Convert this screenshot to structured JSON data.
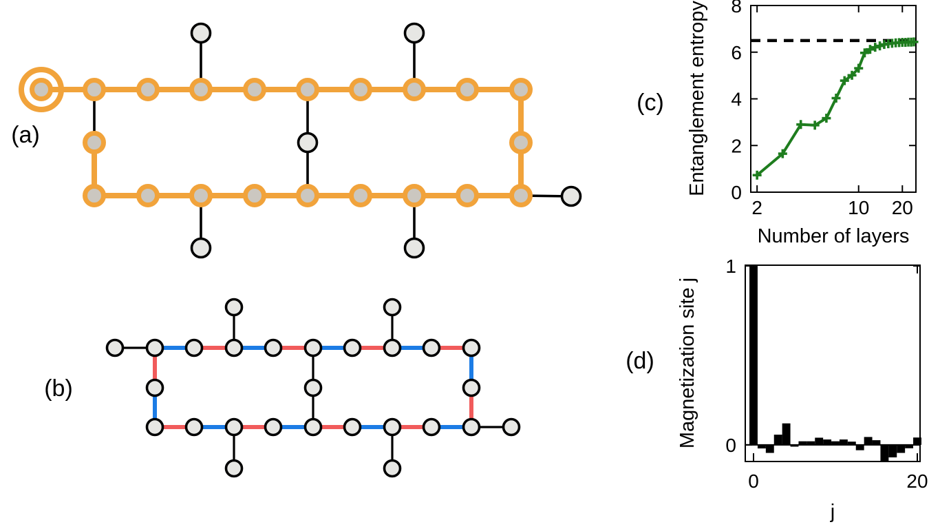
{
  "panels": {
    "a": {
      "label": "(a)"
    },
    "b": {
      "label": "(b)"
    },
    "c": {
      "label": "(c)"
    },
    "d": {
      "label": "(d)"
    }
  },
  "colors": {
    "orange_path": "#F1A33B",
    "blue_edge": "#1C7CE5",
    "red_edge": "#F15B5B",
    "black_edge": "#000000",
    "node_fill_orange_core": "#CBC7C0",
    "node_fill_plain": "#E7E7E4",
    "curve_green": "#1E7D1E",
    "bar_black": "#000000"
  },
  "graph_a": {
    "description": "qubit ladder with orange traversal path, start site marked by double ring",
    "nodes": [
      [
        60,
        130,
        "start"
      ],
      [
        137,
        130,
        "path"
      ],
      [
        215,
        130,
        "path"
      ],
      [
        292,
        130,
        "path"
      ],
      [
        370,
        130,
        "path"
      ],
      [
        447,
        130,
        "path"
      ],
      [
        524,
        130,
        "path"
      ],
      [
        602,
        130,
        "path"
      ],
      [
        679,
        130,
        "path"
      ],
      [
        757,
        130,
        "path"
      ],
      [
        137,
        284,
        "path"
      ],
      [
        215,
        284,
        "path"
      ],
      [
        292,
        284,
        "path"
      ],
      [
        370,
        284,
        "path"
      ],
      [
        447,
        284,
        "path"
      ],
      [
        524,
        284,
        "path"
      ],
      [
        602,
        284,
        "path"
      ],
      [
        679,
        284,
        "path"
      ],
      [
        757,
        284,
        "path"
      ],
      [
        137,
        207,
        "path"
      ],
      [
        757,
        207,
        "path"
      ],
      [
        447,
        207,
        "plain"
      ],
      [
        292,
        48,
        "plain"
      ],
      [
        602,
        48,
        "plain"
      ],
      [
        292,
        360,
        "plain"
      ],
      [
        602,
        360,
        "plain"
      ],
      [
        830,
        285,
        "plain"
      ]
    ],
    "edges": [
      [
        137,
        130,
        137,
        207,
        "black"
      ],
      [
        447,
        130,
        447,
        207,
        "black"
      ],
      [
        447,
        207,
        447,
        284,
        "black"
      ],
      [
        292,
        48,
        292,
        130,
        "black"
      ],
      [
        602,
        48,
        602,
        130,
        "black"
      ],
      [
        292,
        284,
        292,
        360,
        "black"
      ],
      [
        602,
        284,
        602,
        360,
        "black"
      ],
      [
        757,
        284,
        830,
        285,
        "black"
      ],
      [
        60,
        130,
        137,
        130,
        "path"
      ],
      [
        137,
        130,
        215,
        130,
        "path"
      ],
      [
        215,
        130,
        292,
        130,
        "path"
      ],
      [
        292,
        130,
        370,
        130,
        "path"
      ],
      [
        370,
        130,
        447,
        130,
        "path"
      ],
      [
        447,
        130,
        524,
        130,
        "path"
      ],
      [
        524,
        130,
        602,
        130,
        "path"
      ],
      [
        602,
        130,
        679,
        130,
        "path"
      ],
      [
        679,
        130,
        757,
        130,
        "path"
      ],
      [
        757,
        130,
        757,
        207,
        "path"
      ],
      [
        757,
        207,
        757,
        284,
        "path"
      ],
      [
        757,
        284,
        679,
        284,
        "path"
      ],
      [
        679,
        284,
        602,
        284,
        "path"
      ],
      [
        602,
        284,
        524,
        284,
        "path"
      ],
      [
        524,
        284,
        447,
        284,
        "path"
      ],
      [
        447,
        284,
        370,
        284,
        "path"
      ],
      [
        370,
        284,
        292,
        284,
        "path"
      ],
      [
        292,
        284,
        215,
        284,
        "path"
      ],
      [
        215,
        284,
        137,
        284,
        "path"
      ],
      [
        137,
        284,
        137,
        207,
        "path"
      ]
    ]
  },
  "graph_b": {
    "description": "same ladder with two-colored (blue/red) gate pattern on the path edges",
    "nodes": [
      [
        167,
        505,
        "plain"
      ],
      [
        225,
        505,
        "plain"
      ],
      [
        282,
        505,
        "plain"
      ],
      [
        340,
        505,
        "plain"
      ],
      [
        397,
        505,
        "plain"
      ],
      [
        455,
        505,
        "plain"
      ],
      [
        512,
        505,
        "plain"
      ],
      [
        570,
        505,
        "plain"
      ],
      [
        627,
        505,
        "plain"
      ],
      [
        685,
        505,
        "plain"
      ],
      [
        225,
        620,
        "plain"
      ],
      [
        282,
        620,
        "plain"
      ],
      [
        340,
        620,
        "plain"
      ],
      [
        397,
        620,
        "plain"
      ],
      [
        455,
        620,
        "plain"
      ],
      [
        512,
        620,
        "plain"
      ],
      [
        570,
        620,
        "plain"
      ],
      [
        627,
        620,
        "plain"
      ],
      [
        685,
        620,
        "plain"
      ],
      [
        225,
        563,
        "plain"
      ],
      [
        455,
        563,
        "plain"
      ],
      [
        685,
        563,
        "plain"
      ],
      [
        340,
        446,
        "plain"
      ],
      [
        570,
        446,
        "plain"
      ],
      [
        340,
        680,
        "plain"
      ],
      [
        570,
        680,
        "plain"
      ],
      [
        743,
        620,
        "plain"
      ]
    ],
    "edges": [
      [
        167,
        505,
        225,
        505,
        "black"
      ],
      [
        455,
        505,
        455,
        563,
        "black"
      ],
      [
        455,
        563,
        455,
        620,
        "black"
      ],
      [
        340,
        446,
        340,
        505,
        "black"
      ],
      [
        570,
        446,
        570,
        505,
        "black"
      ],
      [
        340,
        620,
        340,
        680,
        "black"
      ],
      [
        570,
        620,
        570,
        680,
        "black"
      ],
      [
        685,
        620,
        743,
        620,
        "black"
      ],
      [
        225,
        505,
        282,
        505,
        "blue"
      ],
      [
        282,
        505,
        340,
        505,
        "red"
      ],
      [
        340,
        505,
        397,
        505,
        "blue"
      ],
      [
        397,
        505,
        455,
        505,
        "red"
      ],
      [
        455,
        505,
        512,
        505,
        "blue"
      ],
      [
        512,
        505,
        570,
        505,
        "red"
      ],
      [
        570,
        505,
        627,
        505,
        "blue"
      ],
      [
        627,
        505,
        685,
        505,
        "red"
      ],
      [
        685,
        505,
        685,
        563,
        "blue"
      ],
      [
        685,
        563,
        685,
        620,
        "red"
      ],
      [
        627,
        620,
        685,
        620,
        "blue"
      ],
      [
        570,
        620,
        627,
        620,
        "red"
      ],
      [
        512,
        620,
        570,
        620,
        "blue"
      ],
      [
        455,
        620,
        512,
        620,
        "red"
      ],
      [
        397,
        620,
        455,
        620,
        "blue"
      ],
      [
        340,
        620,
        397,
        620,
        "red"
      ],
      [
        282,
        620,
        340,
        620,
        "blue"
      ],
      [
        225,
        620,
        282,
        620,
        "red"
      ],
      [
        225,
        505,
        225,
        563,
        "red"
      ],
      [
        225,
        563,
        225,
        620,
        "blue"
      ]
    ]
  },
  "chart_data": [
    {
      "type": "line",
      "panel": "c",
      "title": "",
      "xlabel": "Number of layers",
      "ylabel": "Entanglement entropy",
      "xscale": "log",
      "x": [
        2,
        3,
        4,
        5,
        6,
        7,
        8,
        9,
        10,
        11,
        12,
        13,
        14,
        15,
        16,
        17,
        18,
        19,
        20,
        21,
        22,
        23,
        24
      ],
      "y": [
        0.73,
        1.65,
        2.9,
        2.87,
        3.17,
        4.03,
        4.78,
        5.01,
        5.31,
        5.97,
        6.12,
        6.21,
        6.27,
        6.33,
        6.36,
        6.38,
        6.4,
        6.41,
        6.42,
        6.42,
        6.43,
        6.43,
        6.44
      ],
      "dashed_reference_y": 6.5,
      "xticks": [
        2,
        10,
        20
      ],
      "yticks": [
        0,
        2,
        4,
        6,
        8
      ],
      "xlim": [
        1.81,
        24.8
      ],
      "ylim": [
        0,
        8
      ],
      "grid": false,
      "legend": null,
      "marker": "plus",
      "line_color": "#1E7D1E"
    },
    {
      "type": "bar",
      "panel": "d",
      "title": "",
      "xlabel": "j",
      "ylabel": "Magnetization site j",
      "x": [
        0,
        1,
        2,
        3,
        4,
        5,
        6,
        7,
        8,
        9,
        10,
        11,
        12,
        13,
        14,
        15,
        16,
        17,
        18,
        19,
        20
      ],
      "values": [
        1.0,
        -0.02,
        -0.045,
        0.057,
        0.12,
        -0.01,
        0.02,
        0.02,
        0.04,
        0.03,
        0.02,
        0.03,
        0.018,
        -0.03,
        0.044,
        0.026,
        -0.094,
        -0.07,
        -0.045,
        -0.019,
        0.041
      ],
      "xticks": [
        0,
        20
      ],
      "yticks": [
        0,
        1
      ],
      "ylim": [
        -0.093,
        1.004
      ],
      "grid": false,
      "legend": null,
      "bar_color": "#000000"
    }
  ]
}
